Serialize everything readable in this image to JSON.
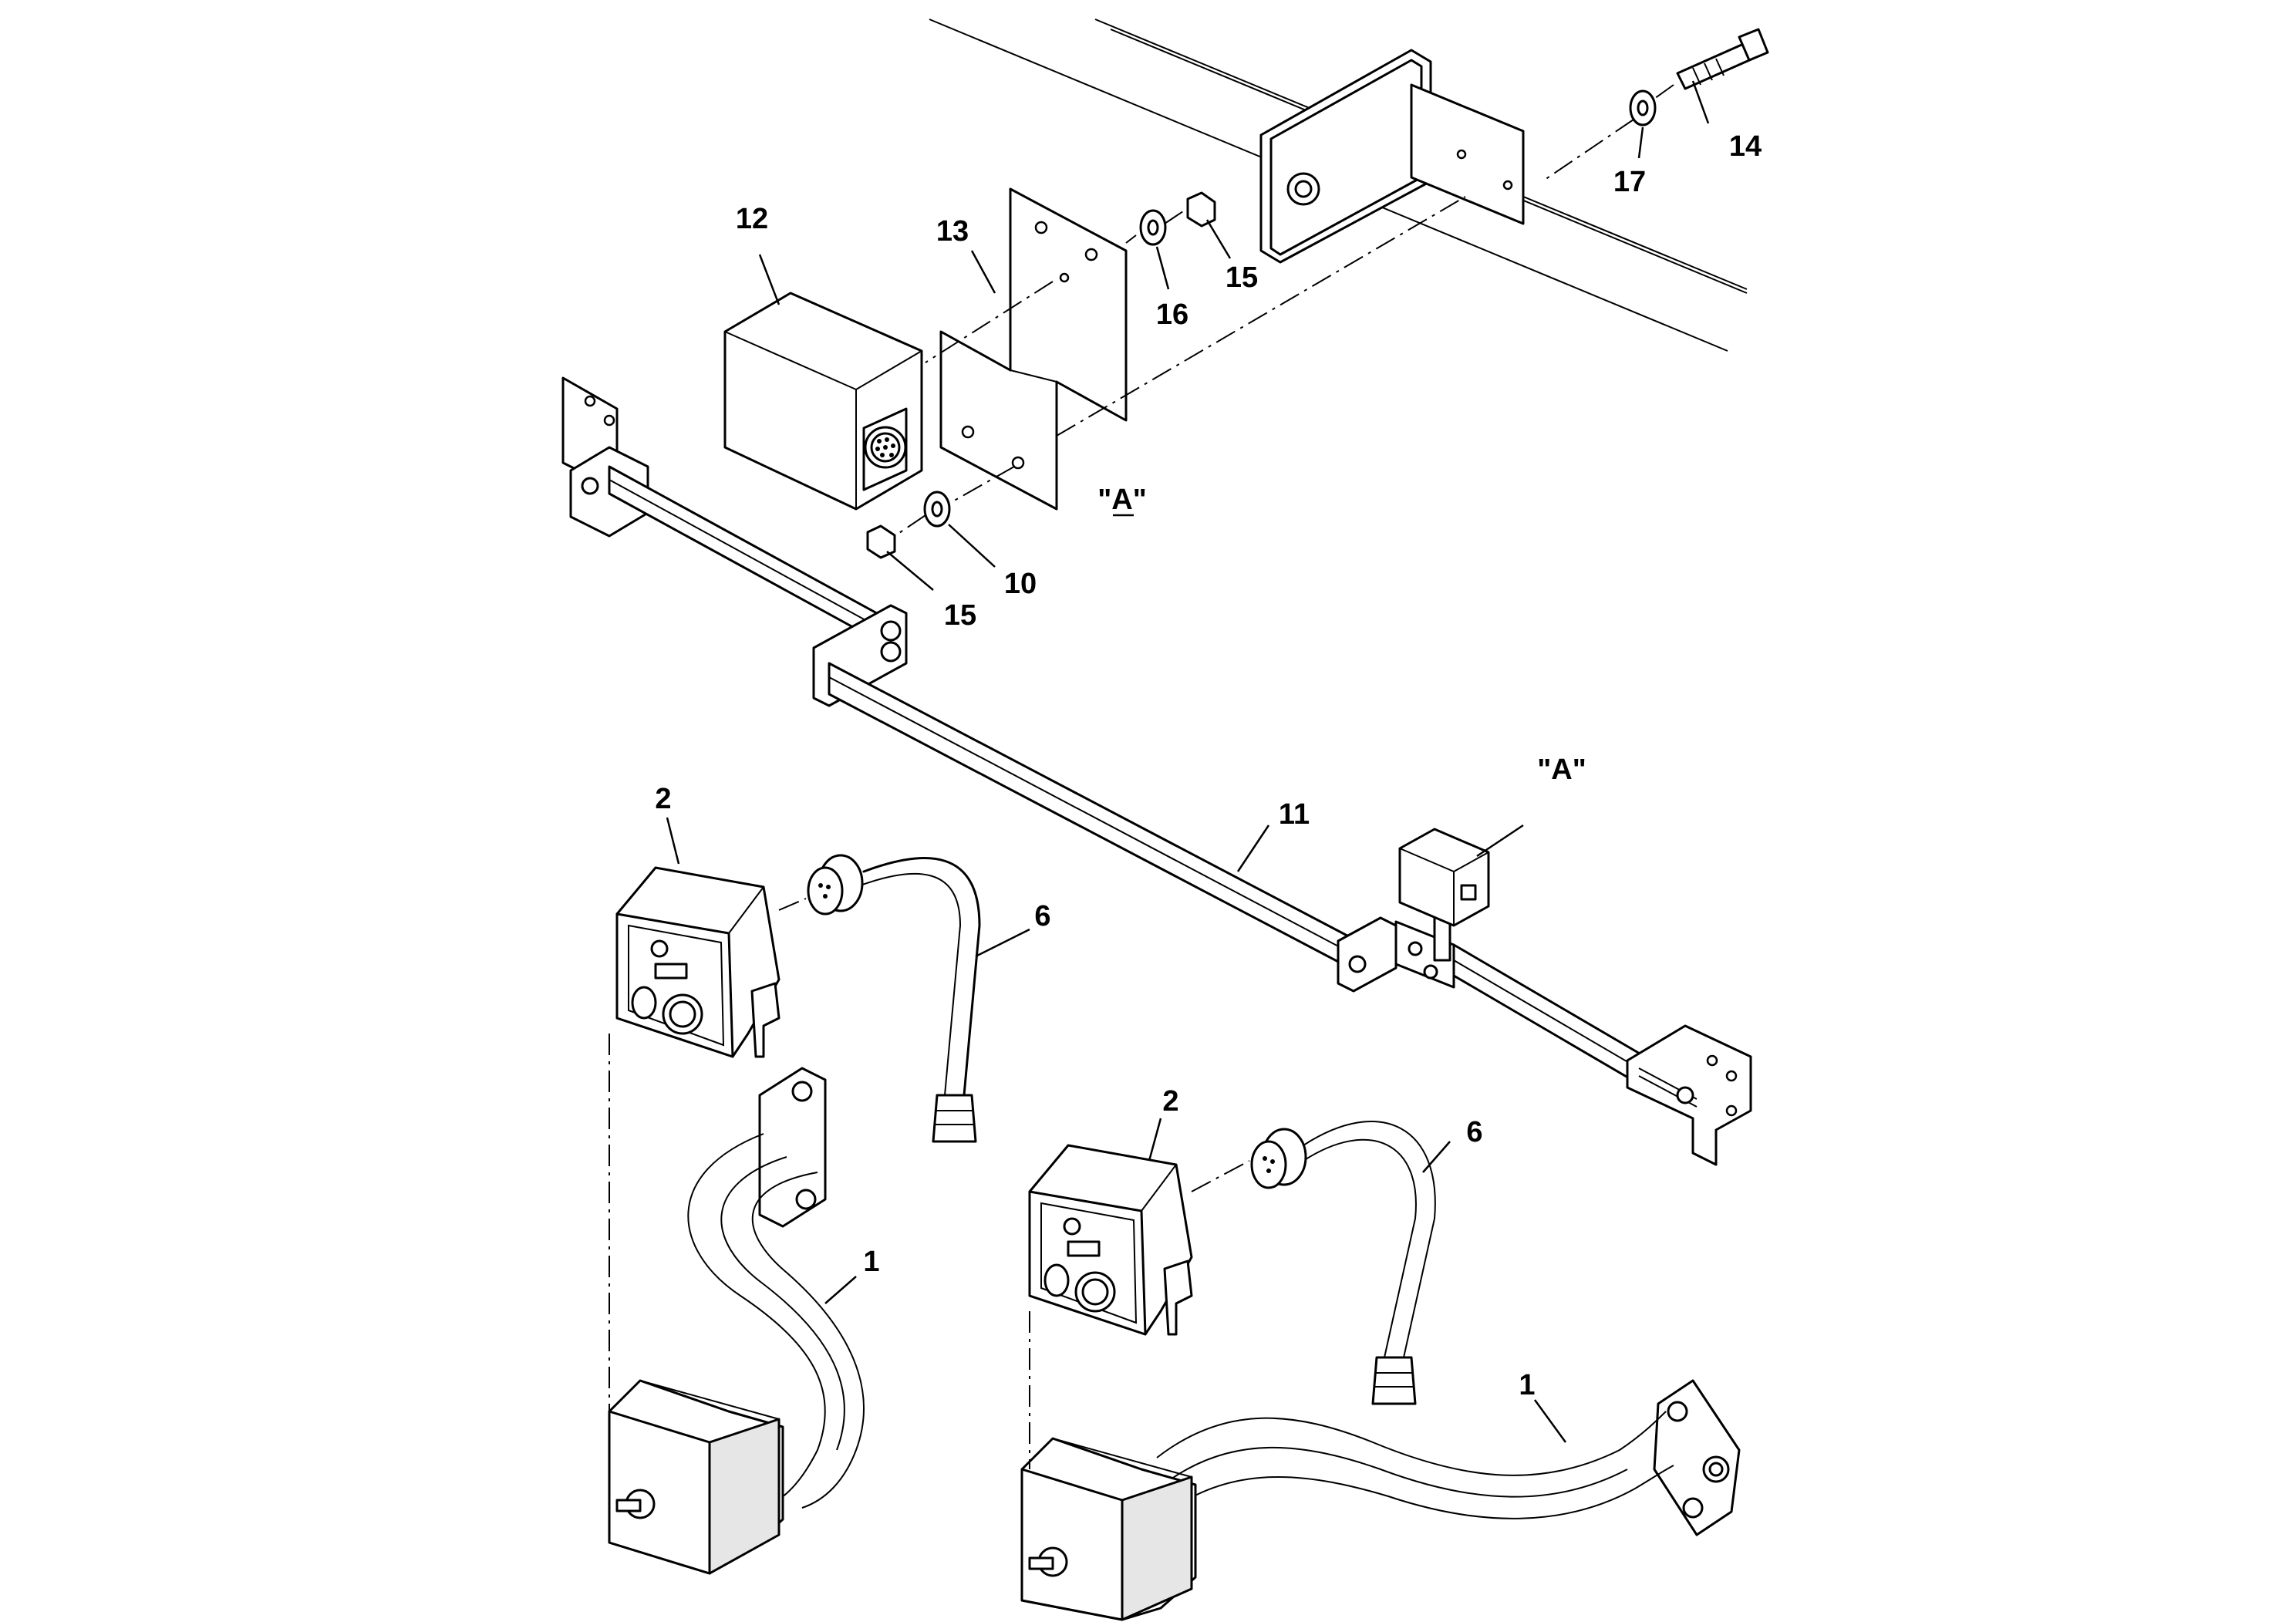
{
  "diagram": {
    "callouts": {
      "c1a": "1",
      "c1b": "1",
      "c2a": "2",
      "c2b": "2",
      "c6a": "6",
      "c6b": "6",
      "c10": "10",
      "c11": "11",
      "c12": "12",
      "c13": "13",
      "c14": "14",
      "c15a": "15",
      "c15b": "15",
      "c16": "16",
      "c17": "17"
    },
    "view_labels": {
      "detail_a": "\"A\"",
      "ref_a": "\"A\""
    }
  }
}
